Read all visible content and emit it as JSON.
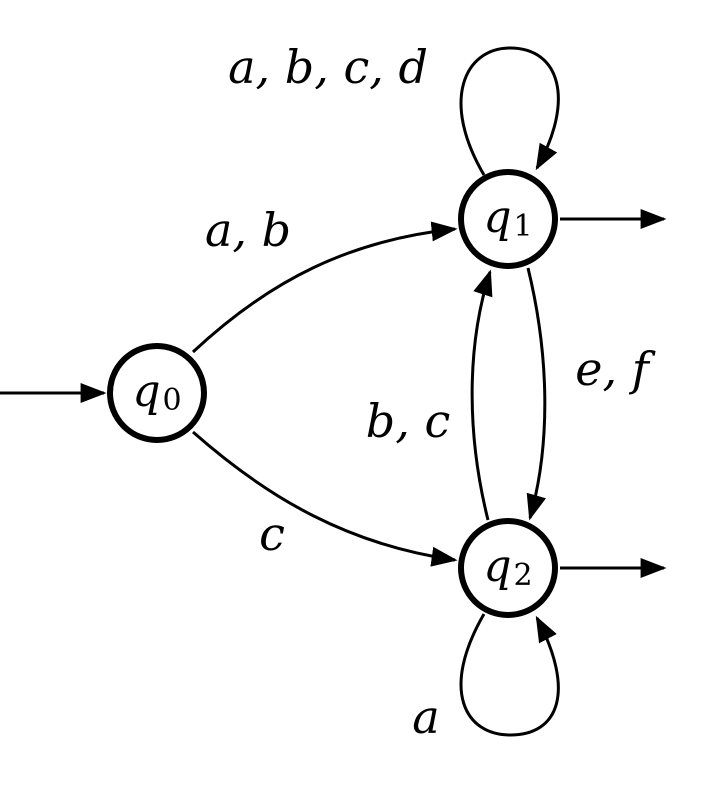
{
  "diagram": {
    "type": "finite-automaton",
    "states": [
      {
        "id": "q0",
        "letter": "q",
        "subscript": "0",
        "initial": true,
        "accepting": false
      },
      {
        "id": "q1",
        "letter": "q",
        "subscript": "1",
        "initial": false,
        "accepting": true
      },
      {
        "id": "q2",
        "letter": "q",
        "subscript": "2",
        "initial": false,
        "accepting": true
      }
    ],
    "transitions": [
      {
        "from": "q0",
        "to": "q1",
        "label": "a, b"
      },
      {
        "from": "q0",
        "to": "q2",
        "label": "c"
      },
      {
        "from": "q1",
        "to": "q1",
        "label": "a, b, c, d"
      },
      {
        "from": "q1",
        "to": "q2",
        "label": "e, f"
      },
      {
        "from": "q2",
        "to": "q1",
        "label": "b, c"
      },
      {
        "from": "q2",
        "to": "q2",
        "label": "a"
      }
    ],
    "colors": {
      "stroke": "#000000",
      "background": "#ffffff"
    }
  }
}
